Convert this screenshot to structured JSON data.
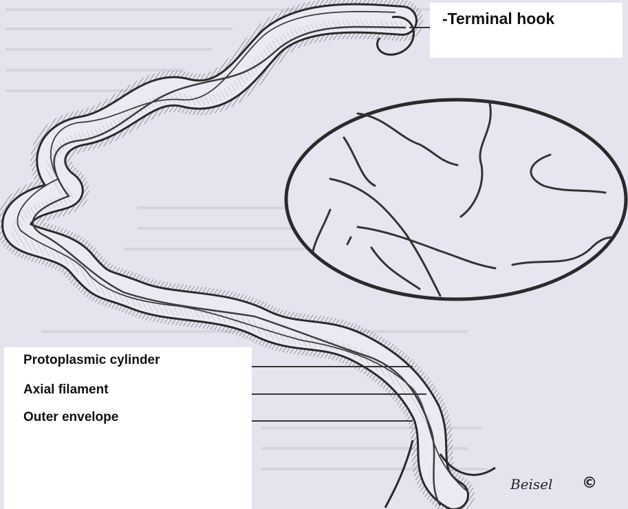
{
  "labels": {
    "terminal_hook": "-Terminal hook",
    "protoplasmic_cylinder": "Protoplasmic cylinder",
    "axial_filament": "Axial filament",
    "outer_envelope": "Outer envelope"
  },
  "signature": "Beisel",
  "copyright_symbol": "©",
  "colors": {
    "background": "#e6e3ee",
    "ink": "#2a2a2a",
    "label_bg": "#ffffff"
  }
}
